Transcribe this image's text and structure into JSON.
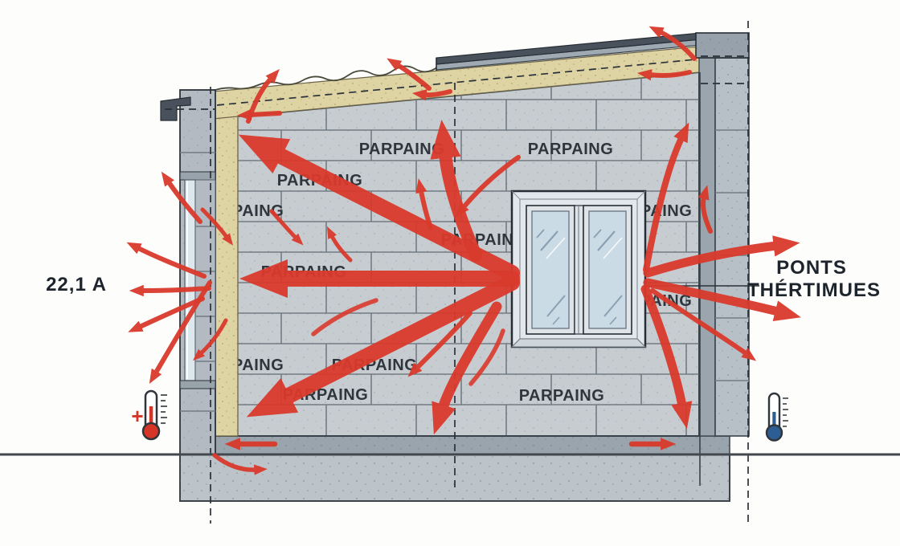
{
  "diagram": {
    "block_label": "PARPAING",
    "left_measurement": "22,1 A",
    "plus_sign": "+",
    "right_label_line1": "PONTS",
    "right_label_line2": "THÉRTIMUES"
  },
  "icons": {
    "warm_thermometer": "thermometer-warm-icon",
    "cold_thermometer": "thermometer-cold-icon"
  },
  "colors": {
    "heat_arrow_red": "#d93a2c",
    "warm_thermometer_red": "#d63426",
    "cold_thermometer_blue": "#2d5e93",
    "insulation_beige": "#ded3a3",
    "block_gray": "#c7ccd1",
    "roof_cap_dark": "#49525c",
    "foundation_gray": "#bcc3c9",
    "text_dark": "#2e353c"
  }
}
